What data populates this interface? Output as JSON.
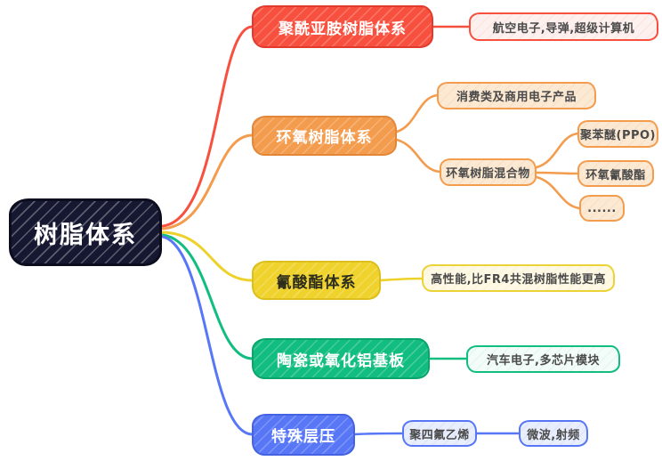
{
  "root": {
    "label": "树脂体系",
    "bg_color": "#161831",
    "text_color": "#ffffff"
  },
  "branches": [
    {
      "id": "polyimide",
      "label": "聚酰亚胺树脂体系",
      "color": "#f8503e",
      "children": [
        {
          "label": "航空电子,导弹,超级计算机"
        }
      ]
    },
    {
      "id": "epoxy",
      "label": "环氧树脂体系",
      "color": "#f49c4e",
      "children": [
        {
          "label": "消费类及商用电子产品"
        },
        {
          "label": "环氧树脂混合物",
          "children": [
            {
              "label": "聚苯醚(PPO)"
            },
            {
              "label": "环氧氰酸酯"
            },
            {
              "label": "......"
            }
          ]
        }
      ]
    },
    {
      "id": "cyanate-ester",
      "label": "氰酸酯体系",
      "color": "#efd22b",
      "children": [
        {
          "label": "高性能,比FR4共混树脂性能更高"
        }
      ]
    },
    {
      "id": "ceramic-alumina",
      "label": "陶瓷或氧化铝基板",
      "color": "#12bd80",
      "children": [
        {
          "label": "汽车电子,多芯片模块"
        }
      ]
    },
    {
      "id": "special-laminate",
      "label": "特殊层压",
      "color": "#5877f7",
      "children": [
        {
          "label": "聚四氟乙烯",
          "children": [
            {
              "label": "微波,射频"
            }
          ]
        }
      ]
    }
  ]
}
